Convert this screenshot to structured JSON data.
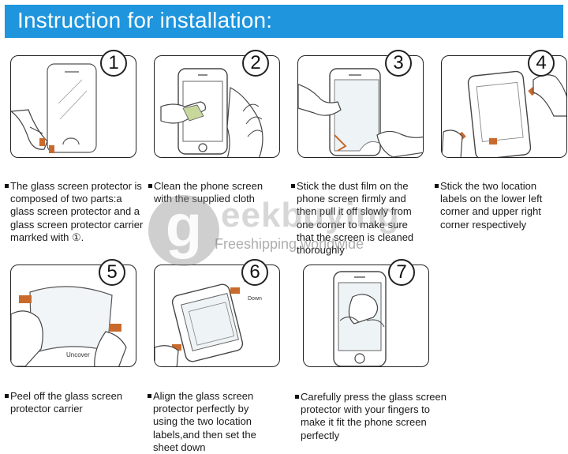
{
  "header": {
    "title": "Instruction for installation:"
  },
  "steps": [
    {
      "number": "1",
      "text": "The glass screen protector is composed of two parts:a glass screen protector and a glass screen protector carrier marrked with ①."
    },
    {
      "number": "2",
      "text": "Clean the phone screen with the supplied cloth"
    },
    {
      "number": "3",
      "text": "Stick the dust film on the phone screen firmly and then pull it off slowly from one corner to make sure that the screen is cleaned thoroughly"
    },
    {
      "number": "4",
      "text": "Stick the two location labels on the lower left corner and upper right corner respectively"
    },
    {
      "number": "5",
      "text": "Peel off the glass screen protector carrier"
    },
    {
      "number": "6",
      "text": "Align the glass screen protector perfectly by using the two location labels,and then set the sheet down"
    },
    {
      "number": "7",
      "text": "Carefully press the glass screen protector with your fingers to make it fit the phone screen perfectly"
    }
  ],
  "illustration_labels": {
    "uncover": "Uncover",
    "down": "Down"
  },
  "watermark": {
    "logo_letter": "g",
    "brand": "eekbuying",
    "tagline": "Freeshipping worldwide"
  }
}
